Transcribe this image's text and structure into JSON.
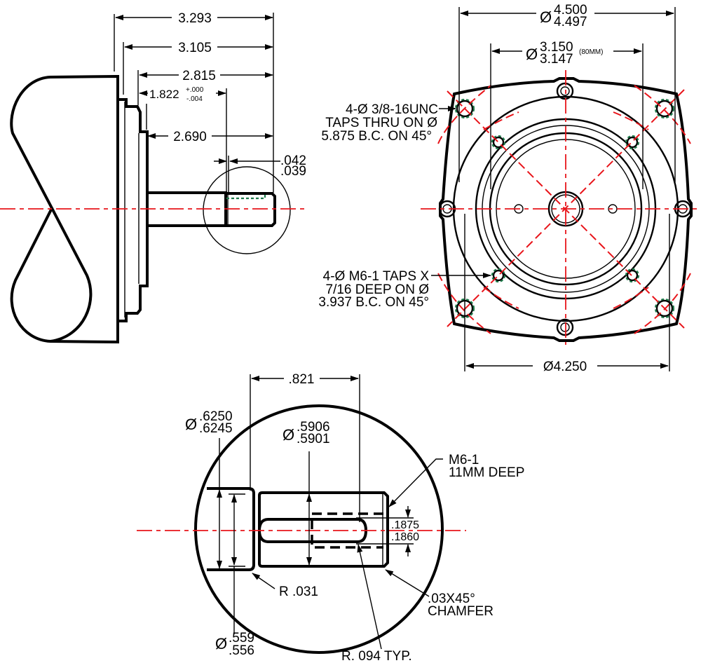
{
  "side_view": {
    "dims": {
      "overall": "3.293",
      "to_step1": "3.105",
      "to_step2": "2.815",
      "pilot_len": "1.822",
      "pilot_tol_plus": "+.000",
      "pilot_tol_minus": "-.004",
      "to_flange": "2.690",
      "groove_top": ".042",
      "groove_bot": ".039"
    }
  },
  "front_view": {
    "dims": {
      "outer_dia_sym": "Ø",
      "outer_dia_max": "4.500",
      "outer_dia_min": "4.497",
      "pilot_dia_sym": "Ø",
      "pilot_dia_max": "3.150",
      "pilot_dia_min": "3.147",
      "pilot_dia_note": "(80MM)",
      "bolt_square": "Ø4.250"
    },
    "notes": {
      "unc_taps": [
        "4-Ø 3/8-16UNC",
        "TAPS THRU ON Ø",
        "5.875 B.C. ON 45°"
      ],
      "m6_taps": [
        "4-Ø M6-1 TAPS X",
        "7/16 DEEP ON Ø",
        "3.937 B.C. ON 45°"
      ]
    }
  },
  "detail_view": {
    "dims": {
      "key_len": ".821",
      "shaft_dia_sym": "Ø",
      "shaft_dia_max": ".6250",
      "shaft_dia_min": ".6245",
      "relief_dia_sym": "Ø",
      "relief_dia_max": ".5906",
      "relief_dia_min": ".5901",
      "key_w_max": ".1875",
      "key_w_min": ".1860",
      "neck_dia_sym": "Ø",
      "neck_dia_max": ".559",
      "neck_dia_min": ".556"
    },
    "notes": {
      "tap": [
        "M6-1",
        "11MM DEEP"
      ],
      "fillet": "R .031",
      "chamfer": [
        ".03X45°",
        "CHAMFER"
      ],
      "key_radius": "R. 094 TYP."
    }
  },
  "colors": {
    "line": "#000000",
    "centerline": "#e8151b",
    "hidden": "#1e7a4a"
  }
}
